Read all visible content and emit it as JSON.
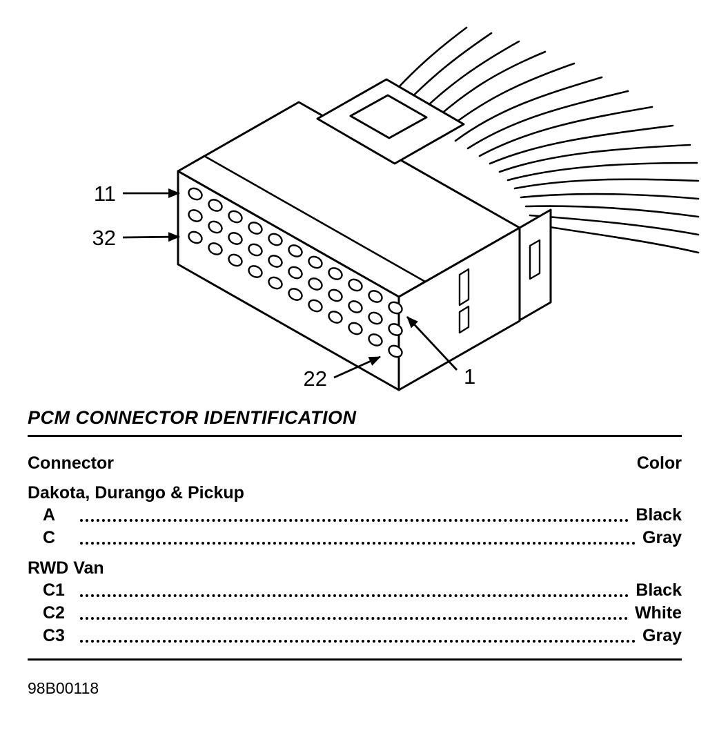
{
  "colors": {
    "ink": "#000000",
    "paper": "#ffffff"
  },
  "illustration": {
    "callouts": {
      "top_left_pin": "11",
      "bottom_left_pin": "32",
      "bottom_right_pin": "22",
      "top_right_pin": "1"
    }
  },
  "heading": "PCM CONNECTOR IDENTIFICATION",
  "table": {
    "col_left": "Connector",
    "col_right": "Color",
    "groups": [
      {
        "name": "Dakota, Durango & Pickup",
        "rows": [
          {
            "connector": "A",
            "color": "Black"
          },
          {
            "connector": "C",
            "color": "Gray"
          }
        ]
      },
      {
        "name": "RWD Van",
        "rows": [
          {
            "connector": "C1",
            "color": "Black"
          },
          {
            "connector": "C2",
            "color": "White"
          },
          {
            "connector": "C3",
            "color": "Gray"
          }
        ]
      }
    ]
  },
  "footer_code": "98B00118"
}
